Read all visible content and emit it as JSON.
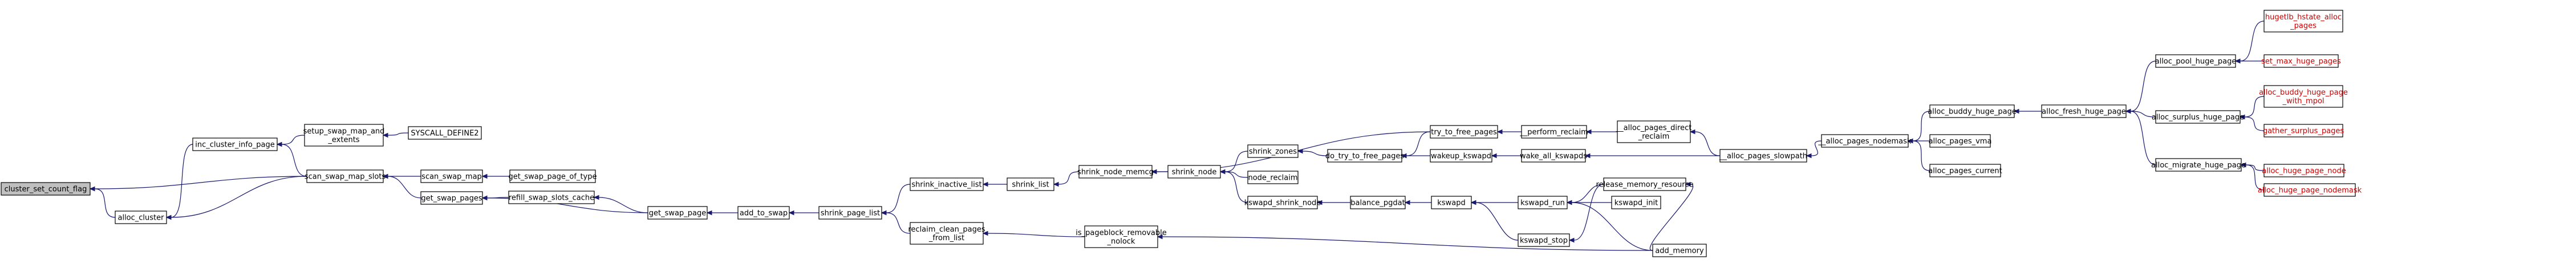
{
  "colors": {
    "node_fill": "#ffffff",
    "root_fill": "#bfbfbf",
    "node_border": "#000000",
    "edge": "#191970",
    "truncated_border": "#ff0000",
    "truncated_text": "#cc0000"
  },
  "nodes": [
    {
      "id": "cluster_set_count_flag",
      "lines": [
        "cluster_set_count_flag"
      ],
      "kind": "root"
    },
    {
      "id": "alloc_cluster",
      "lines": [
        "alloc_cluster"
      ],
      "kind": "normal"
    },
    {
      "id": "inc_cluster_info_page",
      "lines": [
        "inc_cluster_info_page"
      ],
      "kind": "normal"
    },
    {
      "id": "scan_swap_map_slots",
      "lines": [
        "scan_swap_map_slots"
      ],
      "kind": "normal"
    },
    {
      "id": "setup_swap_map_and_extents",
      "lines": [
        "setup_swap_map_and",
        "_extents"
      ],
      "kind": "normal"
    },
    {
      "id": "SYSCALL_DEFINE2",
      "lines": [
        "SYSCALL_DEFINE2"
      ],
      "kind": "normal"
    },
    {
      "id": "scan_swap_map",
      "lines": [
        "scan_swap_map"
      ],
      "kind": "normal"
    },
    {
      "id": "get_swap_page_of_type",
      "lines": [
        "get_swap_page_of_type"
      ],
      "kind": "normal"
    },
    {
      "id": "get_swap_pages",
      "lines": [
        "get_swap_pages"
      ],
      "kind": "normal"
    },
    {
      "id": "refill_swap_slots_cache",
      "lines": [
        "refill_swap_slots_cache"
      ],
      "kind": "normal"
    },
    {
      "id": "get_swap_page",
      "lines": [
        "get_swap_page"
      ],
      "kind": "normal"
    },
    {
      "id": "add_to_swap",
      "lines": [
        "add_to_swap"
      ],
      "kind": "normal"
    },
    {
      "id": "shrink_page_list",
      "lines": [
        "shrink_page_list"
      ],
      "kind": "normal"
    },
    {
      "id": "shrink_inactive_list",
      "lines": [
        "shrink_inactive_list"
      ],
      "kind": "normal"
    },
    {
      "id": "reclaim_clean_pages_from_list",
      "lines": [
        "reclaim_clean_pages",
        "_from_list"
      ],
      "kind": "normal"
    },
    {
      "id": "shrink_list",
      "lines": [
        "shrink_list"
      ],
      "kind": "normal"
    },
    {
      "id": "shrink_node_memcg",
      "lines": [
        "shrink_node_memcg"
      ],
      "kind": "normal"
    },
    {
      "id": "is_pageblock_removable_nolock",
      "lines": [
        "is_pageblock_removable",
        "_nolock"
      ],
      "kind": "normal"
    },
    {
      "id": "shrink_node",
      "lines": [
        "shrink_node"
      ],
      "kind": "normal"
    },
    {
      "id": "shrink_zones",
      "lines": [
        "shrink_zones"
      ],
      "kind": "normal"
    },
    {
      "id": "node_reclaim",
      "lines": [
        "node_reclaim"
      ],
      "kind": "normal"
    },
    {
      "id": "kswapd_shrink_node",
      "lines": [
        "kswapd_shrink_node"
      ],
      "kind": "normal"
    },
    {
      "id": "do_try_to_free_pages",
      "lines": [
        "do_try_to_free_pages"
      ],
      "kind": "normal"
    },
    {
      "id": "balance_pgdat",
      "lines": [
        "balance_pgdat"
      ],
      "kind": "normal"
    },
    {
      "id": "try_to_free_pages",
      "lines": [
        "try_to_free_pages"
      ],
      "kind": "normal"
    },
    {
      "id": "wakeup_kswapd",
      "lines": [
        "wakeup_kswapd"
      ],
      "kind": "normal"
    },
    {
      "id": "kswapd",
      "lines": [
        "kswapd"
      ],
      "kind": "normal"
    },
    {
      "id": "__perform_reclaim",
      "lines": [
        "__perform_reclaim"
      ],
      "kind": "normal"
    },
    {
      "id": "wake_all_kswapds",
      "lines": [
        "wake_all_kswapds"
      ],
      "kind": "normal"
    },
    {
      "id": "kswapd_run",
      "lines": [
        "kswapd_run"
      ],
      "kind": "normal"
    },
    {
      "id": "kswapd_stop",
      "lines": [
        "kswapd_stop"
      ],
      "kind": "normal"
    },
    {
      "id": "__alloc_pages_direct_reclaim",
      "lines": [
        "__alloc_pages_direct",
        "_reclaim"
      ],
      "kind": "normal"
    },
    {
      "id": "release_memory_resource",
      "lines": [
        "release_memory_resource"
      ],
      "kind": "normal"
    },
    {
      "id": "kswapd_init",
      "lines": [
        "kswapd_init"
      ],
      "kind": "normal"
    },
    {
      "id": "add_memory",
      "lines": [
        "add_memory"
      ],
      "kind": "normal"
    },
    {
      "id": "__alloc_pages_slowpath",
      "lines": [
        "__alloc_pages_slowpath"
      ],
      "kind": "normal"
    },
    {
      "id": "__alloc_pages_nodemask",
      "lines": [
        "__alloc_pages_nodemask"
      ],
      "kind": "normal"
    },
    {
      "id": "alloc_buddy_huge_page",
      "lines": [
        "alloc_buddy_huge_page"
      ],
      "kind": "normal"
    },
    {
      "id": "alloc_pages_vma",
      "lines": [
        "alloc_pages_vma"
      ],
      "kind": "normal"
    },
    {
      "id": "alloc_pages_current",
      "lines": [
        "alloc_pages_current"
      ],
      "kind": "normal"
    },
    {
      "id": "alloc_fresh_huge_page",
      "lines": [
        "alloc_fresh_huge_page"
      ],
      "kind": "normal"
    },
    {
      "id": "alloc_pool_huge_page",
      "lines": [
        "alloc_pool_huge_page"
      ],
      "kind": "normal"
    },
    {
      "id": "alloc_surplus_huge_page",
      "lines": [
        "alloc_surplus_huge_page"
      ],
      "kind": "normal"
    },
    {
      "id": "alloc_migrate_huge_page",
      "lines": [
        "alloc_migrate_huge_page"
      ],
      "kind": "normal"
    },
    {
      "id": "hugetlb_hstate_alloc_pages",
      "lines": [
        "hugetlb_hstate_alloc",
        "_pages"
      ],
      "kind": "truncated"
    },
    {
      "id": "set_max_huge_pages",
      "lines": [
        "set_max_huge_pages"
      ],
      "kind": "truncated"
    },
    {
      "id": "alloc_buddy_huge_page_with_mpol",
      "lines": [
        "alloc_buddy_huge_page",
        "_with_mpol"
      ],
      "kind": "truncated"
    },
    {
      "id": "gather_surplus_pages",
      "lines": [
        "gather_surplus_pages"
      ],
      "kind": "truncated"
    },
    {
      "id": "alloc_huge_page_node",
      "lines": [
        "alloc_huge_page_node"
      ],
      "kind": "truncated"
    },
    {
      "id": "alloc_huge_page_nodemask",
      "lines": [
        "alloc_huge_page_nodemask"
      ],
      "kind": "truncated"
    }
  ],
  "edges": [
    [
      "alloc_cluster",
      "cluster_set_count_flag"
    ],
    [
      "scan_swap_map_slots",
      "cluster_set_count_flag"
    ],
    [
      "inc_cluster_info_page",
      "alloc_cluster"
    ],
    [
      "scan_swap_map_slots",
      "alloc_cluster"
    ],
    [
      "setup_swap_map_and_extents",
      "inc_cluster_info_page"
    ],
    [
      "scan_swap_map_slots",
      "inc_cluster_info_page"
    ],
    [
      "SYSCALL_DEFINE2",
      "setup_swap_map_and_extents"
    ],
    [
      "scan_swap_map",
      "scan_swap_map_slots"
    ],
    [
      "get_swap_pages",
      "scan_swap_map_slots"
    ],
    [
      "get_swap_page_of_type",
      "scan_swap_map"
    ],
    [
      "refill_swap_slots_cache",
      "get_swap_pages"
    ],
    [
      "get_swap_page",
      "get_swap_pages"
    ],
    [
      "get_swap_page",
      "refill_swap_slots_cache"
    ],
    [
      "add_to_swap",
      "get_swap_page"
    ],
    [
      "shrink_page_list",
      "add_to_swap"
    ],
    [
      "shrink_inactive_list",
      "shrink_page_list"
    ],
    [
      "reclaim_clean_pages_from_list",
      "shrink_page_list"
    ],
    [
      "shrink_list",
      "shrink_inactive_list"
    ],
    [
      "is_pageblock_removable_nolock",
      "reclaim_clean_pages_from_list"
    ],
    [
      "shrink_node_memcg",
      "shrink_list"
    ],
    [
      "add_memory",
      "is_pageblock_removable_nolock"
    ],
    [
      "shrink_node",
      "shrink_node_memcg"
    ],
    [
      "try_to_free_pages",
      "shrink_node_memcg"
    ],
    [
      "shrink_zones",
      "shrink_node"
    ],
    [
      "node_reclaim",
      "shrink_node"
    ],
    [
      "kswapd_shrink_node",
      "shrink_node"
    ],
    [
      "do_try_to_free_pages",
      "shrink_zones"
    ],
    [
      "balance_pgdat",
      "kswapd_shrink_node"
    ],
    [
      "try_to_free_pages",
      "do_try_to_free_pages"
    ],
    [
      "wakeup_kswapd",
      "do_try_to_free_pages"
    ],
    [
      "kswapd",
      "balance_pgdat"
    ],
    [
      "__perform_reclaim",
      "try_to_free_pages"
    ],
    [
      "wake_all_kswapds",
      "wakeup_kswapd"
    ],
    [
      "kswapd_run",
      "kswapd"
    ],
    [
      "kswapd_stop",
      "kswapd"
    ],
    [
      "__alloc_pages_direct_reclaim",
      "__perform_reclaim"
    ],
    [
      "__alloc_pages_slowpath",
      "wake_all_kswapds"
    ],
    [
      "release_memory_resource",
      "kswapd_run"
    ],
    [
      "kswapd_init",
      "kswapd_run"
    ],
    [
      "add_memory",
      "kswapd_run"
    ],
    [
      "release_memory_resource",
      "kswapd_stop"
    ],
    [
      "add_memory",
      "release_memory_resource"
    ],
    [
      "__alloc_pages_slowpath",
      "__alloc_pages_direct_reclaim"
    ],
    [
      "__alloc_pages_nodemask",
      "__alloc_pages_slowpath"
    ],
    [
      "alloc_buddy_huge_page",
      "__alloc_pages_nodemask"
    ],
    [
      "alloc_pages_vma",
      "__alloc_pages_nodemask"
    ],
    [
      "alloc_pages_current",
      "__alloc_pages_nodemask"
    ],
    [
      "alloc_fresh_huge_page",
      "alloc_buddy_huge_page"
    ],
    [
      "alloc_pool_huge_page",
      "alloc_fresh_huge_page"
    ],
    [
      "alloc_surplus_huge_page",
      "alloc_fresh_huge_page"
    ],
    [
      "alloc_migrate_huge_page",
      "alloc_fresh_huge_page"
    ],
    [
      "hugetlb_hstate_alloc_pages",
      "alloc_pool_huge_page"
    ],
    [
      "set_max_huge_pages",
      "alloc_pool_huge_page"
    ],
    [
      "alloc_buddy_huge_page_with_mpol",
      "alloc_surplus_huge_page"
    ],
    [
      "gather_surplus_pages",
      "alloc_surplus_huge_page"
    ],
    [
      "alloc_huge_page_node",
      "alloc_migrate_huge_page"
    ],
    [
      "alloc_huge_page_nodemask",
      "alloc_migrate_huge_page"
    ]
  ]
}
